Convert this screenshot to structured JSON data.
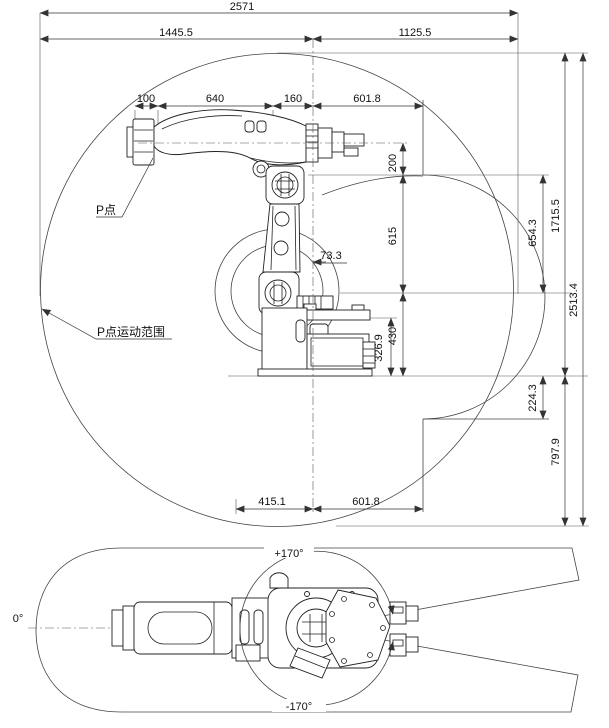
{
  "labels": {
    "p_point": "P点",
    "p_range": "P点运动范围",
    "plus170": "+170°",
    "minus170": "-170°",
    "zero": "0°"
  },
  "dims": {
    "total": "2571",
    "left_reach": "1445.5",
    "right_reach": "1125.5",
    "d100": "100",
    "d640": "640",
    "d160": "160",
    "d601_top": "601.8",
    "d73": "73.3",
    "d200": "200",
    "d615": "615",
    "d654": "654.3",
    "d1715": "1715.5",
    "d2513": "2513.4",
    "d430": "430",
    "d326": "326.9",
    "d224": "224.3",
    "d797": "797.9",
    "d415": "415.1",
    "d601_bottom": "601.8"
  },
  "colors": {
    "ink": "#222222",
    "background": "#ffffff"
  }
}
